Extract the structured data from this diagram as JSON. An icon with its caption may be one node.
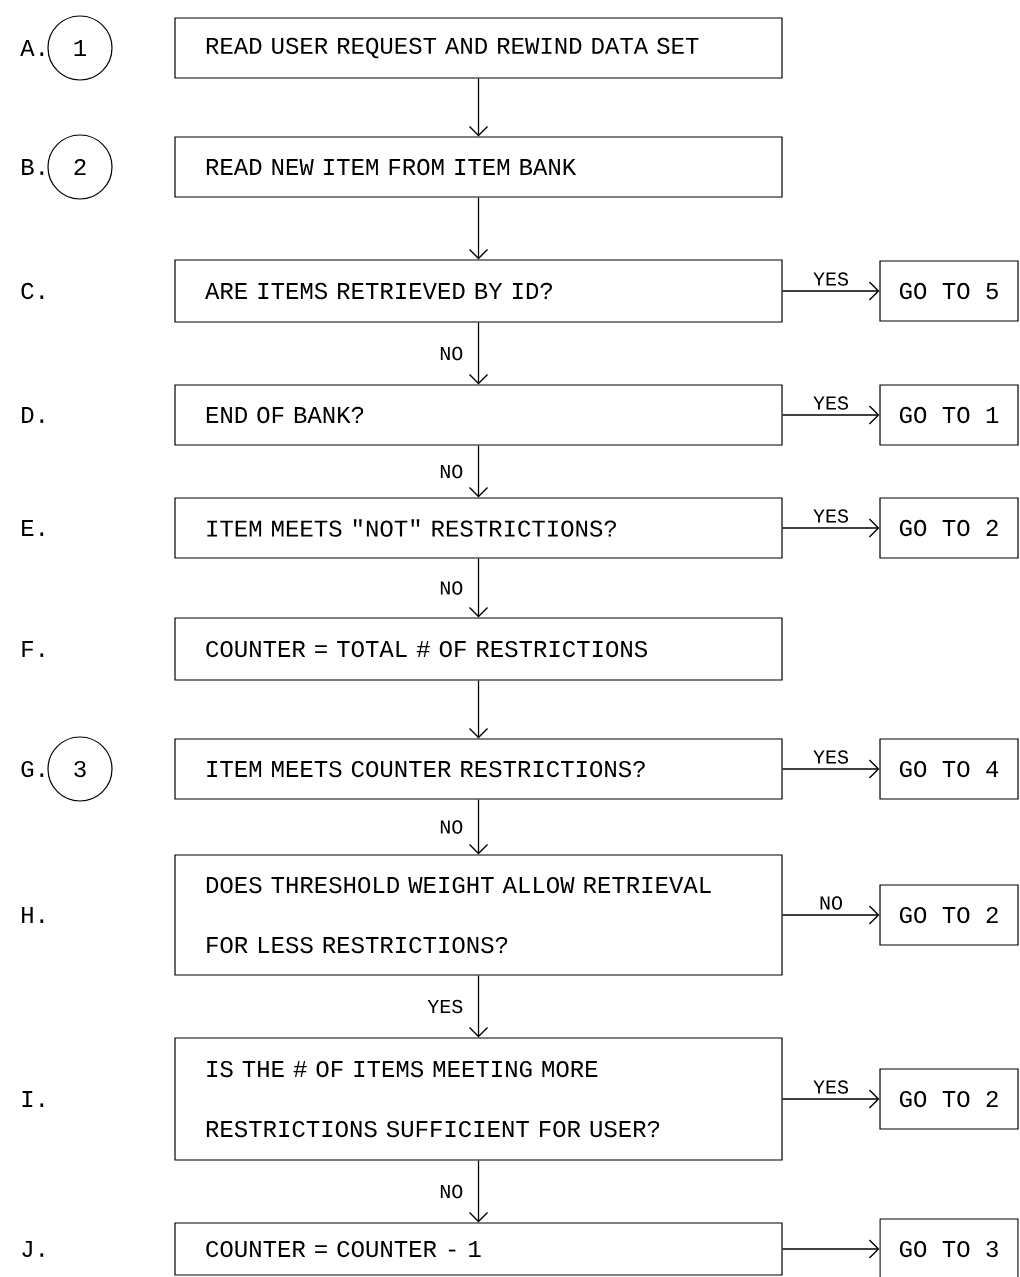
{
  "diagram": {
    "nodes": [
      {
        "text": [
          "1"
        ]
      },
      {
        "text": [
          "READ USER REQUEST AND REWIND DATA SET"
        ]
      },
      {
        "text": [
          "2"
        ]
      },
      {
        "text": [
          "READ NEW ITEM FROM ITEM BANK"
        ]
      },
      {
        "text": [
          "ARE ITEMS RETRIEVED BY ID?"
        ]
      },
      {
        "text": [
          "GO TO 5"
        ]
      },
      {
        "text": [
          "END OF BANK?"
        ]
      },
      {
        "text": [
          "GO TO 1"
        ]
      },
      {
        "text": [
          "ITEM MEETS \"NOT\" RESTRICTIONS?"
        ]
      },
      {
        "text": [
          "GO TO 2"
        ]
      },
      {
        "text": [
          "COUNTER = TOTAL # OF RESTRICTIONS"
        ]
      },
      {
        "text": [
          "3"
        ]
      },
      {
        "text": [
          "ITEM MEETS COUNTER RESTRICTIONS?"
        ]
      },
      {
        "text": [
          "GO TO 4"
        ]
      },
      {
        "text": [
          "DOES THRESHOLD WEIGHT ALLOW RETRIEVAL FOR LESS RESTRICTIONS?"
        ]
      },
      {
        "text": [
          "GO TO 2"
        ]
      },
      {
        "text": [
          "IS THE # OF ITEMS MEETING MORE RESTRICTIONS SUFFICIENT FOR USER?"
        ]
      },
      {
        "text": [
          "GO TO 2"
        ]
      },
      {
        "text": [
          "COUNTER = COUNTER - 1"
        ]
      },
      {
        "text": [
          "GO TO 3"
        ]
      }
    ],
    "edges": [
      {
        "from": 1,
        "to": 3,
        "arrow": "to"
      },
      {
        "from": 3,
        "to": 4,
        "arrow": "to"
      },
      {
        "from": 4,
        "to": 5,
        "arrow": "to",
        "label": "YES"
      },
      {
        "from": 4,
        "to": 6,
        "arrow": "to",
        "label": "NO"
      },
      {
        "from": 6,
        "to": 7,
        "arrow": "to",
        "label": "YES"
      },
      {
        "from": 6,
        "to": 8,
        "arrow": "to",
        "label": "NO"
      },
      {
        "from": 8,
        "to": 9,
        "arrow": "to",
        "label": "YES"
      },
      {
        "from": 8,
        "to": 10,
        "arrow": "to",
        "label": "NO"
      },
      {
        "from": 10,
        "to": 12,
        "arrow": "to"
      },
      {
        "from": 12,
        "to": 13,
        "arrow": "to",
        "label": "YES"
      },
      {
        "from": 12,
        "to": 14,
        "arrow": "to",
        "label": "NO"
      },
      {
        "from": 14,
        "to": 15,
        "arrow": "to",
        "label": "NO"
      },
      {
        "from": 14,
        "to": 16,
        "arrow": "to",
        "label": "YES"
      },
      {
        "from": 16,
        "to": 17,
        "arrow": "to",
        "label": "YES"
      },
      {
        "from": 16,
        "to": 18,
        "arrow": "to",
        "label": "NO"
      },
      {
        "from": 18,
        "to": 19,
        "arrow": "to"
      }
    ],
    "labels": [
      "A.",
      "B.",
      "C.",
      "D.",
      "E.",
      "F.",
      "G.",
      "H.",
      "I.",
      "J."
    ]
  }
}
